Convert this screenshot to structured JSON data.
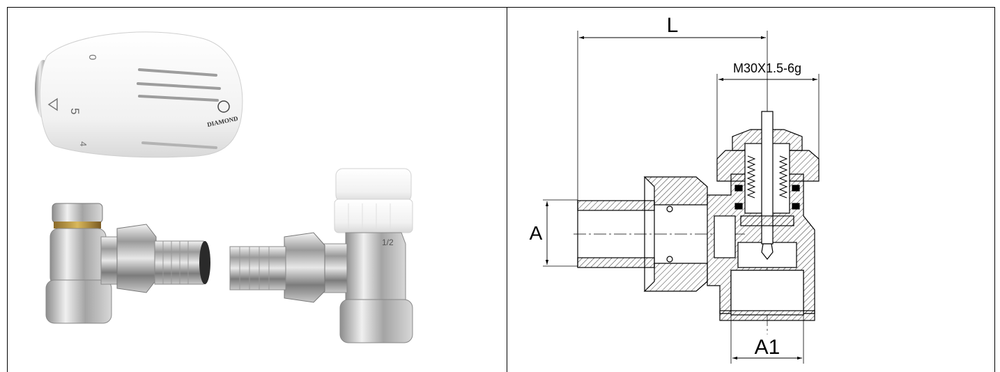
{
  "product_photo": {
    "thermostat_head": {
      "brand": "DIAMOND",
      "scale_marks": [
        "0",
        "5",
        "4"
      ]
    },
    "valve_body_marking": "1/2"
  },
  "technical_drawing": {
    "dimensions": {
      "length": "L",
      "thread": "M30X1.5-6g",
      "inlet": "A",
      "outlet": "A1"
    }
  }
}
